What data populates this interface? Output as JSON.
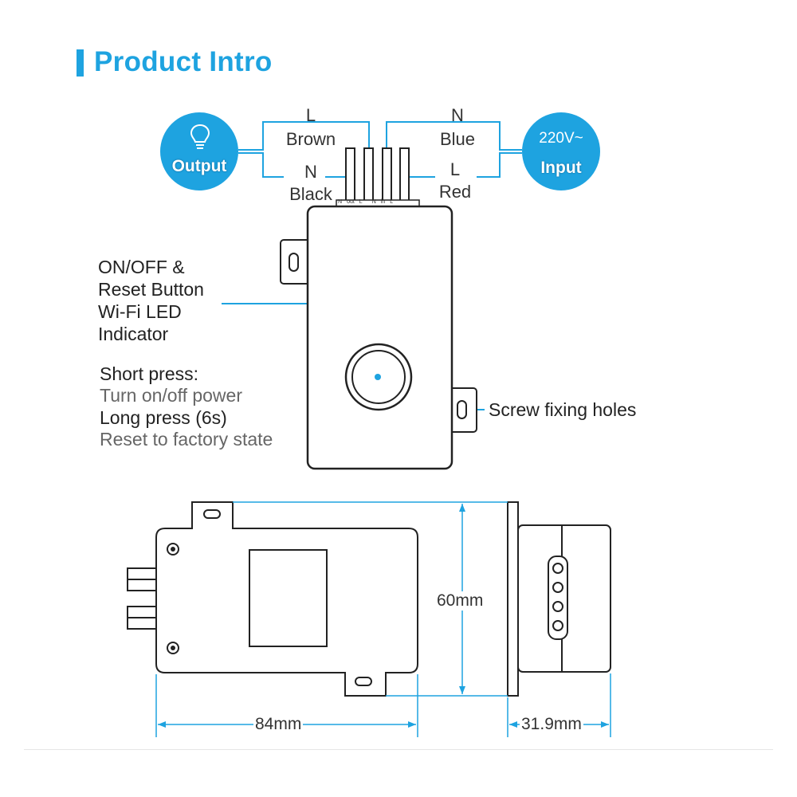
{
  "title": "Product Intro",
  "output": {
    "label": "Output",
    "icon": "lightbulb-icon"
  },
  "input": {
    "label": "Input",
    "voltage": "220V~"
  },
  "wires": {
    "top_left": {
      "letter": "L",
      "color": "Brown"
    },
    "bottom_left": {
      "letter": "N",
      "color": "Black"
    },
    "top_right": {
      "letter": "N",
      "color": "Blue"
    },
    "bottom_right": {
      "letter": "L",
      "color": "Red"
    }
  },
  "terminals": [
    "N",
    "out",
    "L",
    "N",
    "in",
    "L"
  ],
  "button_label": [
    "ON/OFF &",
    "Reset Button",
    "Wi-Fi LED",
    "Indicator"
  ],
  "press": {
    "short_title": "Short press:",
    "short_desc": "Turn on/off power",
    "long_title": "Long press (6s)",
    "long_desc": "Reset to factory state"
  },
  "screw_label": "Screw fixing holes",
  "dimensions": {
    "height": "60mm",
    "width": "84mm",
    "depth": "31.9mm"
  },
  "colors": {
    "accent": "#1ea3e0",
    "outline": "#222222"
  }
}
